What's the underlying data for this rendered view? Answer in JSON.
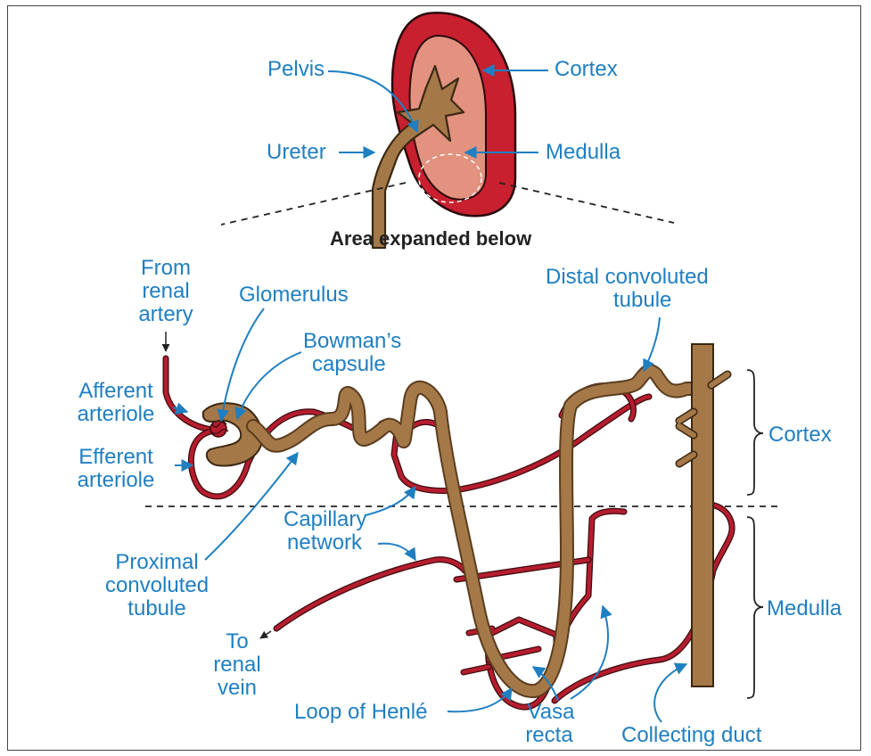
{
  "colors": {
    "label": "#1f7fc1",
    "tubule": "#a57848",
    "vessel": "#b51d2e",
    "kidney_cortex": "#c8202f",
    "kidney_medulla": "#e2927f"
  },
  "kidney": {
    "labels": {
      "pelvis": "Pelvis",
      "cortex": "Cortex",
      "ureter": "Ureter",
      "medulla": "Medulla"
    },
    "caption": "Area expanded below"
  },
  "nephron": {
    "labels": {
      "from_renal_artery": [
        "From",
        "renal",
        "artery"
      ],
      "glomerulus": "Glomerulus",
      "bowmans_capsule": [
        "Bowman’s",
        "capsule"
      ],
      "distal_convoluted_tubule": [
        "Distal convoluted",
        "tubule"
      ],
      "afferent_arteriole": [
        "Afferent",
        "arteriole"
      ],
      "efferent_arteriole": [
        "Efferent",
        "arteriole"
      ],
      "cortex": "Cortex",
      "capillary_network": [
        "Capillary",
        "network"
      ],
      "proximal_convoluted_tubule": [
        "Proximal",
        "convoluted",
        "tubule"
      ],
      "medulla": "Medulla",
      "to_renal_vein": [
        "To",
        "renal",
        "vein"
      ],
      "loop_of_henle": "Loop of Henlé",
      "vasa_recta": [
        "Vasa",
        "recta"
      ],
      "collecting_duct": "Collecting duct"
    }
  }
}
